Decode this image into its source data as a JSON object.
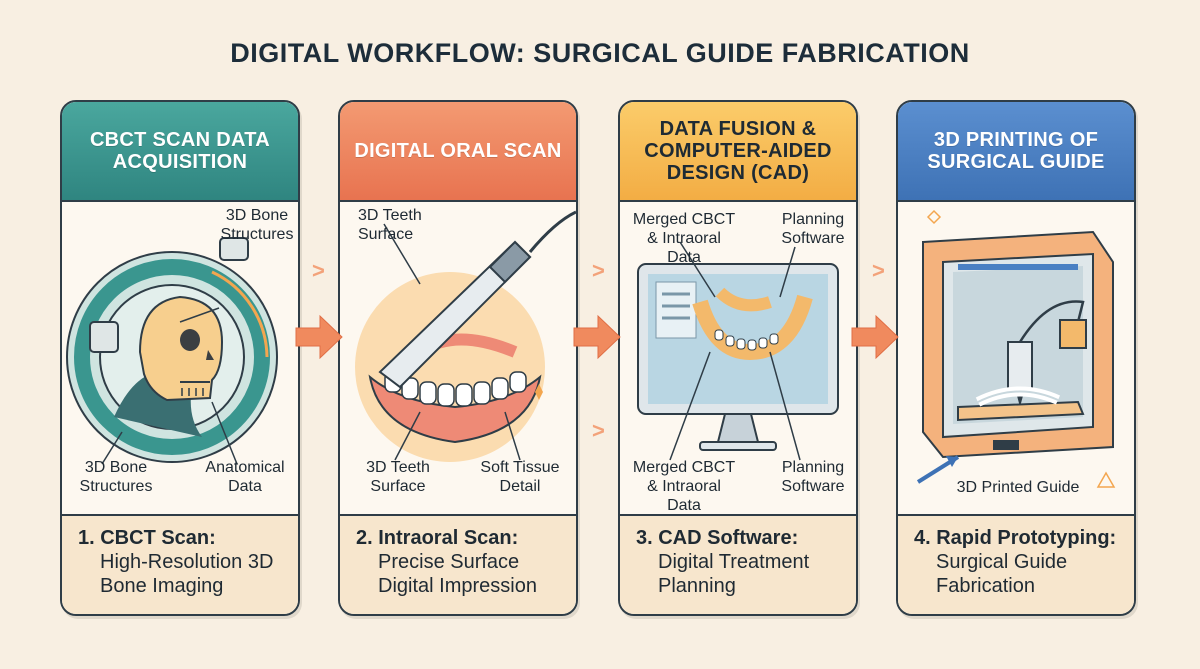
{
  "title": "DIGITAL WORKFLOW: SURGICAL GUIDE FABRICATION",
  "colors": {
    "teal": "#3a968f",
    "coral": "#ee825c",
    "amber": "#f7bd55",
    "blue": "#4a80c3",
    "background": "#f8efe2"
  },
  "steps": [
    {
      "header": "CBCT SCAN DATA ACQUISITION",
      "labels": {
        "top": "3D Bone Structures",
        "bottom_left": "3D Bone Structures",
        "bottom_right": "Anatomical Data"
      },
      "step_title": "1. CBCT Scan:",
      "step_desc": "High-Resolution 3D Bone Imaging"
    },
    {
      "header": "DIGITAL ORAL SCAN",
      "labels": {
        "top": "3D Teeth Surface",
        "bottom_left": "3D Teeth Surface",
        "bottom_right": "Soft Tissue Detail"
      },
      "step_title": "2. Intraoral Scan:",
      "step_desc": "Precise Surface Digital Impression"
    },
    {
      "header": "DATA FUSION & COMPUTER-AIDED DESIGN (CAD)",
      "labels": {
        "top_left": "Merged CBCT & Intraoral Data",
        "top_right": "Planning Software",
        "bottom_left": "Merged CBCT & Intraoral Data",
        "bottom_right": "Planning Software"
      },
      "step_title": "3. CAD Software:",
      "step_desc": "Digital Treatment Planning"
    },
    {
      "header": "3D PRINTING OF SURGICAL GUIDE",
      "labels": {
        "bottom": "3D Printed Guide"
      },
      "step_title": "4. Rapid Prototyping:",
      "step_desc": "Surgical Guide Fabrication"
    }
  ]
}
